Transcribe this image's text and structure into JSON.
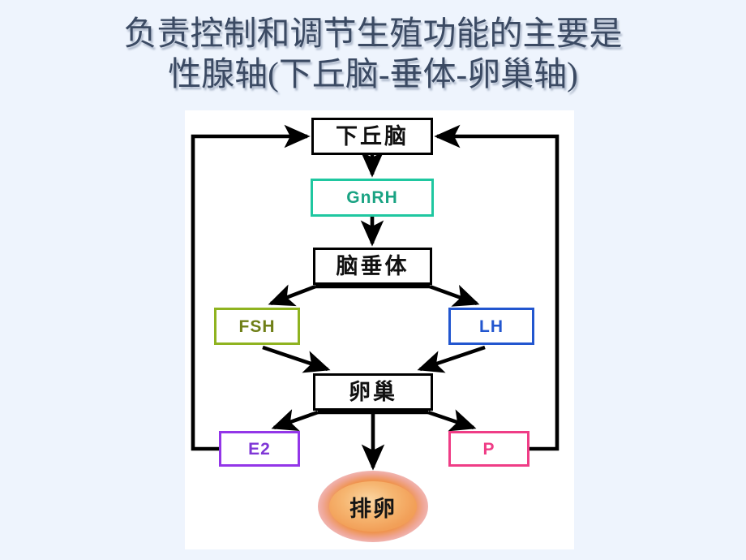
{
  "slide": {
    "title": "负责控制和调节生殖功能的主要是\n性腺轴(下丘脑-垂体-卵巢轴)",
    "background_color": "#eef4fd",
    "panel_color": "#ffffff",
    "title_color": "#3b4a63"
  },
  "diagram": {
    "type": "flowchart",
    "name": "hypothalamic-pituitary-ovarian-axis",
    "nodes": [
      {
        "id": "hypothalamus",
        "label": "下丘脑",
        "shape": "rect",
        "border_color": "#000000",
        "text_color": "#111111"
      },
      {
        "id": "gnrh",
        "label": "GnRH",
        "shape": "rect",
        "border_color": "#1fc7a0",
        "text_color": "#1aa383"
      },
      {
        "id": "pituitary",
        "label": "脑垂体",
        "shape": "rect",
        "border_color": "#000000",
        "text_color": "#111111"
      },
      {
        "id": "fsh",
        "label": "FSH",
        "shape": "rect",
        "border_color": "#8fb320",
        "text_color": "#6f7f17"
      },
      {
        "id": "lh",
        "label": "LH",
        "shape": "rect",
        "border_color": "#2256cf",
        "text_color": "#2256cf"
      },
      {
        "id": "ovary",
        "label": "卵巢",
        "shape": "rect",
        "border_color": "#000000",
        "text_color": "#111111"
      },
      {
        "id": "e2",
        "label": "E2",
        "shape": "rect",
        "border_color": "#9336e8",
        "text_color": "#7f36d6"
      },
      {
        "id": "p",
        "label": "P",
        "shape": "rect",
        "border_color": "#ef3d86",
        "text_color": "#ef3d86"
      },
      {
        "id": "ovulation",
        "label": "排卵",
        "shape": "ellipse",
        "fill_color": "#f2a059",
        "text_color": "#151515"
      }
    ],
    "edges": [
      {
        "from": "hypothalamus",
        "to": "gnrh",
        "style": "straight-down"
      },
      {
        "from": "gnrh",
        "to": "pituitary",
        "style": "straight-down"
      },
      {
        "from": "pituitary",
        "to": "fsh",
        "style": "diagonal-left"
      },
      {
        "from": "pituitary",
        "to": "lh",
        "style": "diagonal-right"
      },
      {
        "from": "fsh",
        "to": "ovary",
        "style": "diagonal-right"
      },
      {
        "from": "lh",
        "to": "ovary",
        "style": "diagonal-left"
      },
      {
        "from": "ovary",
        "to": "e2",
        "style": "diagonal-left"
      },
      {
        "from": "ovary",
        "to": "p",
        "style": "diagonal-right"
      },
      {
        "from": "ovary",
        "to": "ovulation",
        "style": "straight-down"
      },
      {
        "from": "e2",
        "to": "hypothalamus",
        "style": "feedback-left"
      },
      {
        "from": "p",
        "to": "hypothalamus",
        "style": "feedback-right"
      }
    ]
  }
}
